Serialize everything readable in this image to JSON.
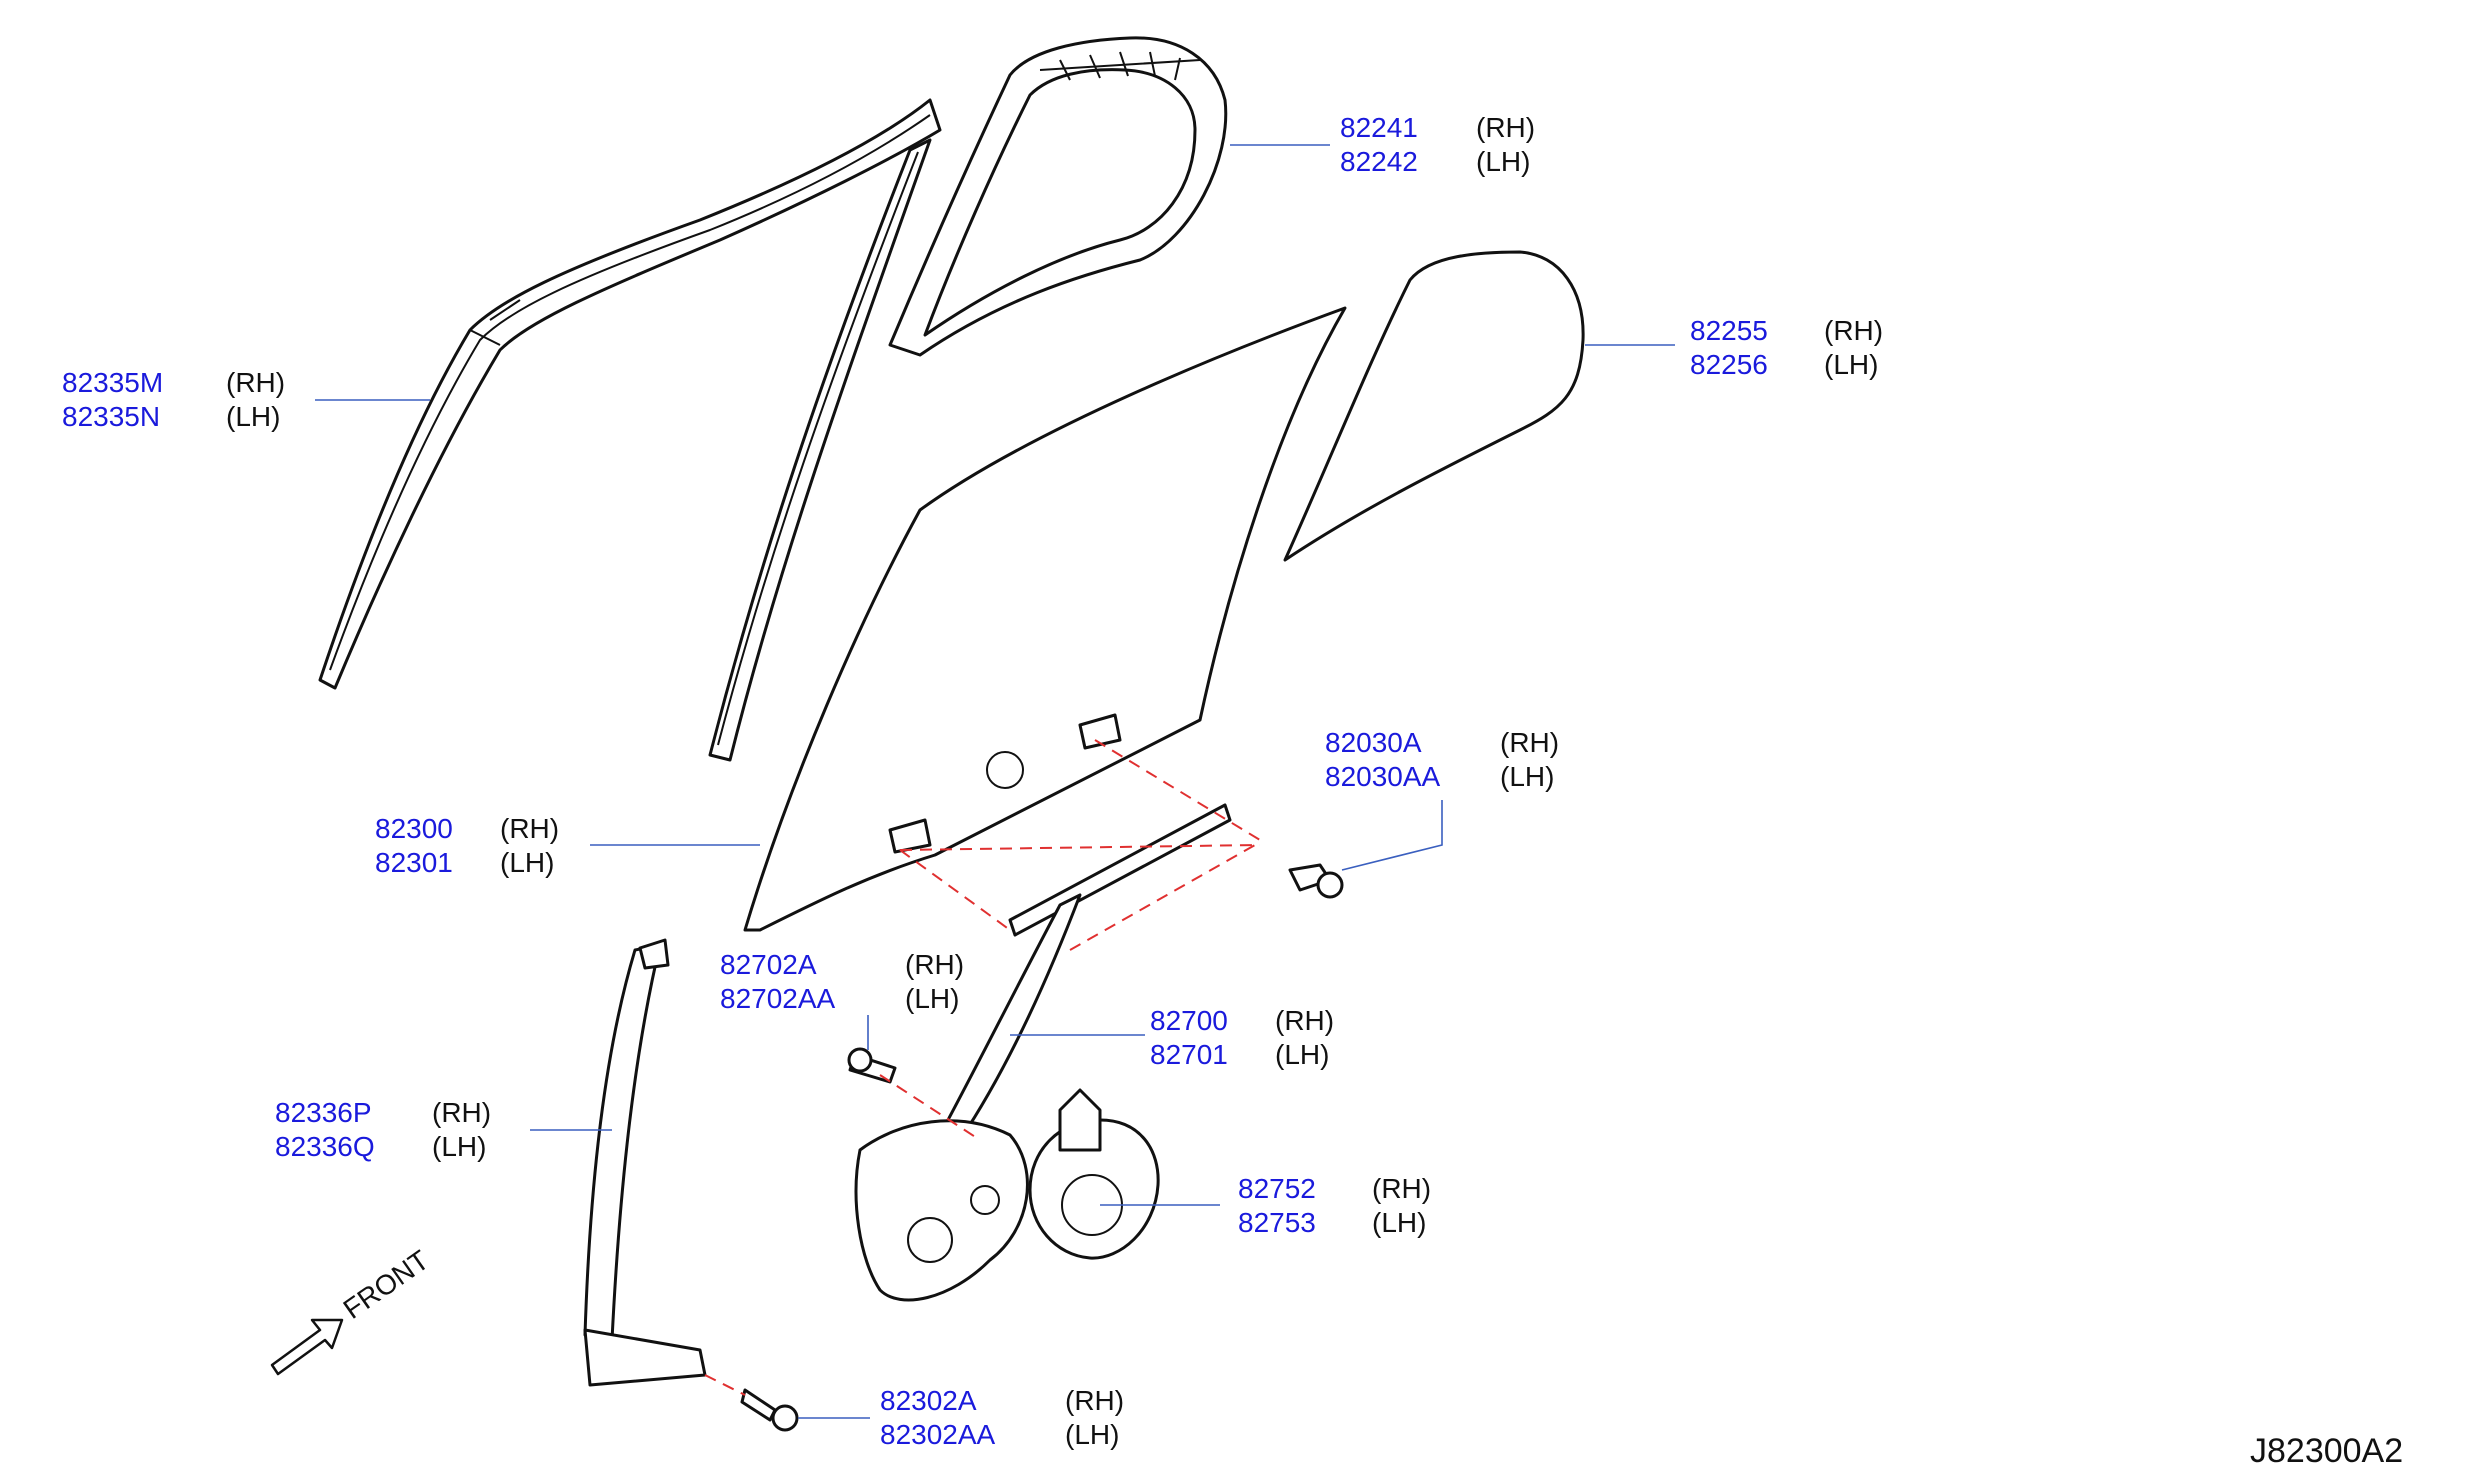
{
  "callouts": [
    {
      "id": "82241",
      "pn1": "82241",
      "pn2": "82242",
      "s1": "(RH)",
      "s2": "(LH)"
    },
    {
      "id": "82335",
      "pn1": "82335M",
      "pn2": "82335N",
      "s1": "(RH)",
      "s2": "(LH)"
    },
    {
      "id": "82255",
      "pn1": "82255",
      "pn2": "82256",
      "s1": "(RH)",
      "s2": "(LH)"
    },
    {
      "id": "82030",
      "pn1": "82030A",
      "pn2": "82030AA",
      "s1": "(RH)",
      "s2": "(LH)"
    },
    {
      "id": "82300",
      "pn1": "82300",
      "pn2": "82301",
      "s1": "(RH)",
      "s2": "(LH)"
    },
    {
      "id": "82702",
      "pn1": "82702A",
      "pn2": "82702AA",
      "s1": "(RH)",
      "s2": "(LH)"
    },
    {
      "id": "82700",
      "pn1": "82700",
      "pn2": "82701",
      "s1": "(RH)",
      "s2": "(LH)"
    },
    {
      "id": "82336",
      "pn1": "82336P",
      "pn2": "82336Q",
      "s1": "(RH)",
      "s2": "(LH)"
    },
    {
      "id": "82752",
      "pn1": "82752",
      "pn2": "82753",
      "s1": "(RH)",
      "s2": "(LH)"
    },
    {
      "id": "82302",
      "pn1": "82302A",
      "pn2": "82302AA",
      "s1": "(RH)",
      "s2": "(LH)"
    }
  ],
  "front_label": "FRONT",
  "diagram_code": "J82300A2",
  "colors": {
    "part_number": "#1a1adc",
    "leader": "#3a5fbf",
    "alignment": "#e03030",
    "outline": "#111111"
  }
}
